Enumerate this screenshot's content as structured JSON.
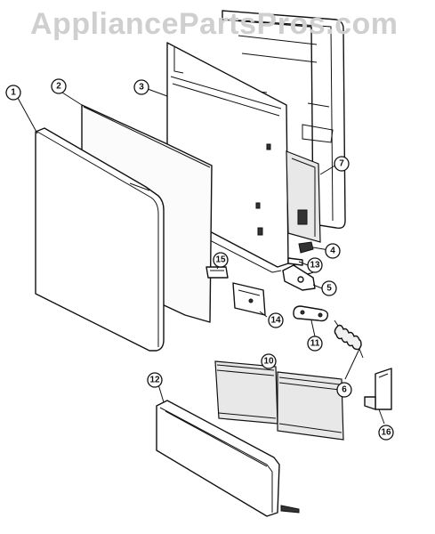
{
  "watermark": "AppliancePartsPros.com",
  "callouts": [
    "1",
    "2",
    "3",
    "4",
    "5",
    "6",
    "7",
    "10",
    "11",
    "12",
    "13",
    "14",
    "15",
    "16"
  ]
}
